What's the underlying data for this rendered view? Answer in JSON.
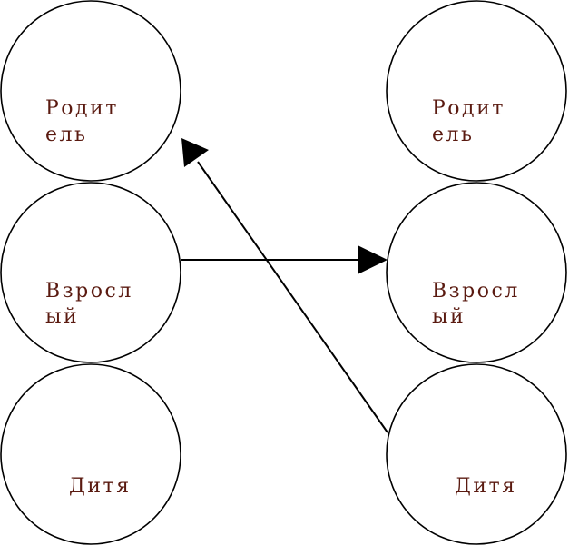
{
  "left_column": {
    "parent": {
      "line1": "Родит",
      "line2": "ель"
    },
    "adult": {
      "line1": "Взросл",
      "line2": "ый"
    },
    "child": {
      "line1": "Дитя"
    }
  },
  "right_column": {
    "parent": {
      "line1": "Родит",
      "line2": "ель"
    },
    "adult": {
      "line1": "Взросл",
      "line2": "ый"
    },
    "child": {
      "line1": "Дитя"
    }
  },
  "colors": {
    "label": "#5a1a10",
    "stroke": "#000000",
    "background": "#ffffff"
  },
  "connections": [
    {
      "from": "left_column.adult",
      "to": "right_column.adult"
    },
    {
      "from": "right_column.child",
      "to": "left_column.parent"
    }
  ]
}
